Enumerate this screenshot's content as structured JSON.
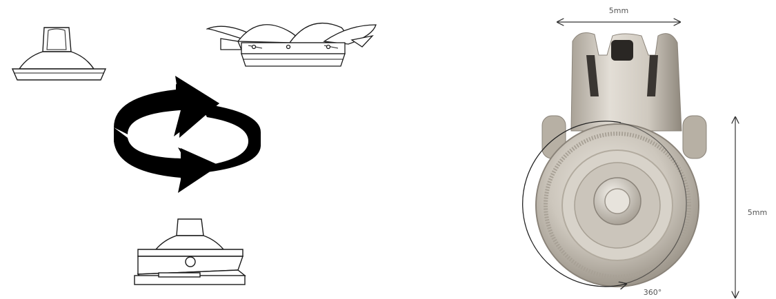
{
  "colors": {
    "line": "#1a1a1a",
    "arrow": "#000000",
    "metal_light": "#e6e1d9",
    "metal_mid": "#bdb6aa",
    "metal_dark": "#7d766c",
    "dimension_line": "#333333"
  },
  "icons": [
    "suction-cup-icon",
    "flower-base-icon",
    "clamp-base-icon",
    "circular-arrows-icon",
    "swivel-mount-photo"
  ],
  "dimensions": {
    "width_label": "5mm",
    "height_label": "5mm",
    "rotation_label": "360°"
  }
}
